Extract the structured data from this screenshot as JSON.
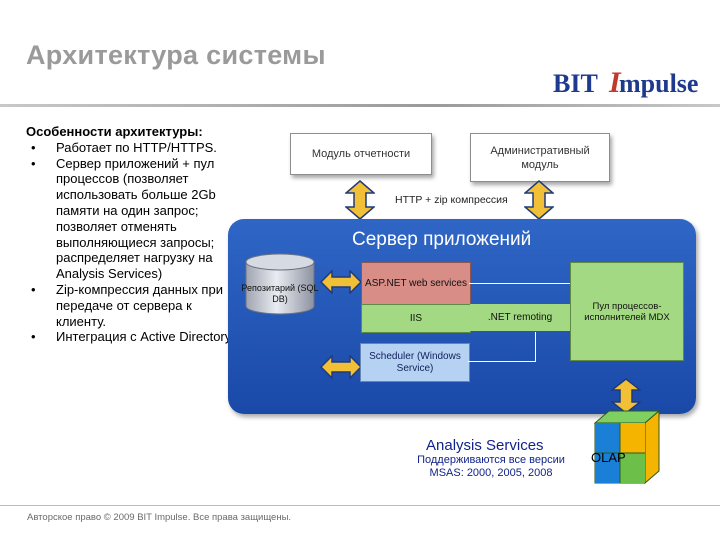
{
  "slide": {
    "title": "Архитектура системы",
    "logo_text": {
      "part1": "BIT",
      "part2": "mpulse",
      "part3": "I"
    },
    "copyright": "Авторское право © 2009 BIT Impulse. Все права защищены."
  },
  "features": {
    "heading": "Особенности архитектуры:",
    "bullet_glyph": "•",
    "items": [
      "Работает по HTTP/HTTPS.",
      "Сервер приложений + пул процессов (позволяет использовать больше 2Gb памяти на один запрос; позволяет отменять выполняющиеся запросы; распределяет нагрузку на Analysis Services)",
      "Zip-компрессия данных при передаче от сервера к клиенту.",
      "Интеграция с Active Directory"
    ]
  },
  "diagram": {
    "report_module": "Модуль отчетности",
    "admin_module": "Административный модуль",
    "http_label": "HTTP + zip компрессия",
    "server_title": "Сервер приложений",
    "repository": "Репозитарий (SQL DB)",
    "asp_net": "ASP.NET web services",
    "iis": "IIS",
    "net_remoting": ".NET remoting",
    "process_pool": "Пул процессов-исполнителей MDX",
    "scheduler": "Scheduler (Windows Service)",
    "analysis_services": "Analysis Services",
    "analysis_versions": "Поддерживаются все версии MSAS: 2000, 2005, 2008",
    "olap": "OLAP"
  },
  "colors": {
    "server_panel": "#2356b8",
    "arrow_fill": "#f2c037",
    "asp_box": "#d98d87",
    "iis_box": "#a3d982",
    "scheduler_box": "#b6d2f2",
    "cube_green": "#6cc04a",
    "cube_blue": "#1a7fd6",
    "cube_yellow": "#f4b400"
  }
}
